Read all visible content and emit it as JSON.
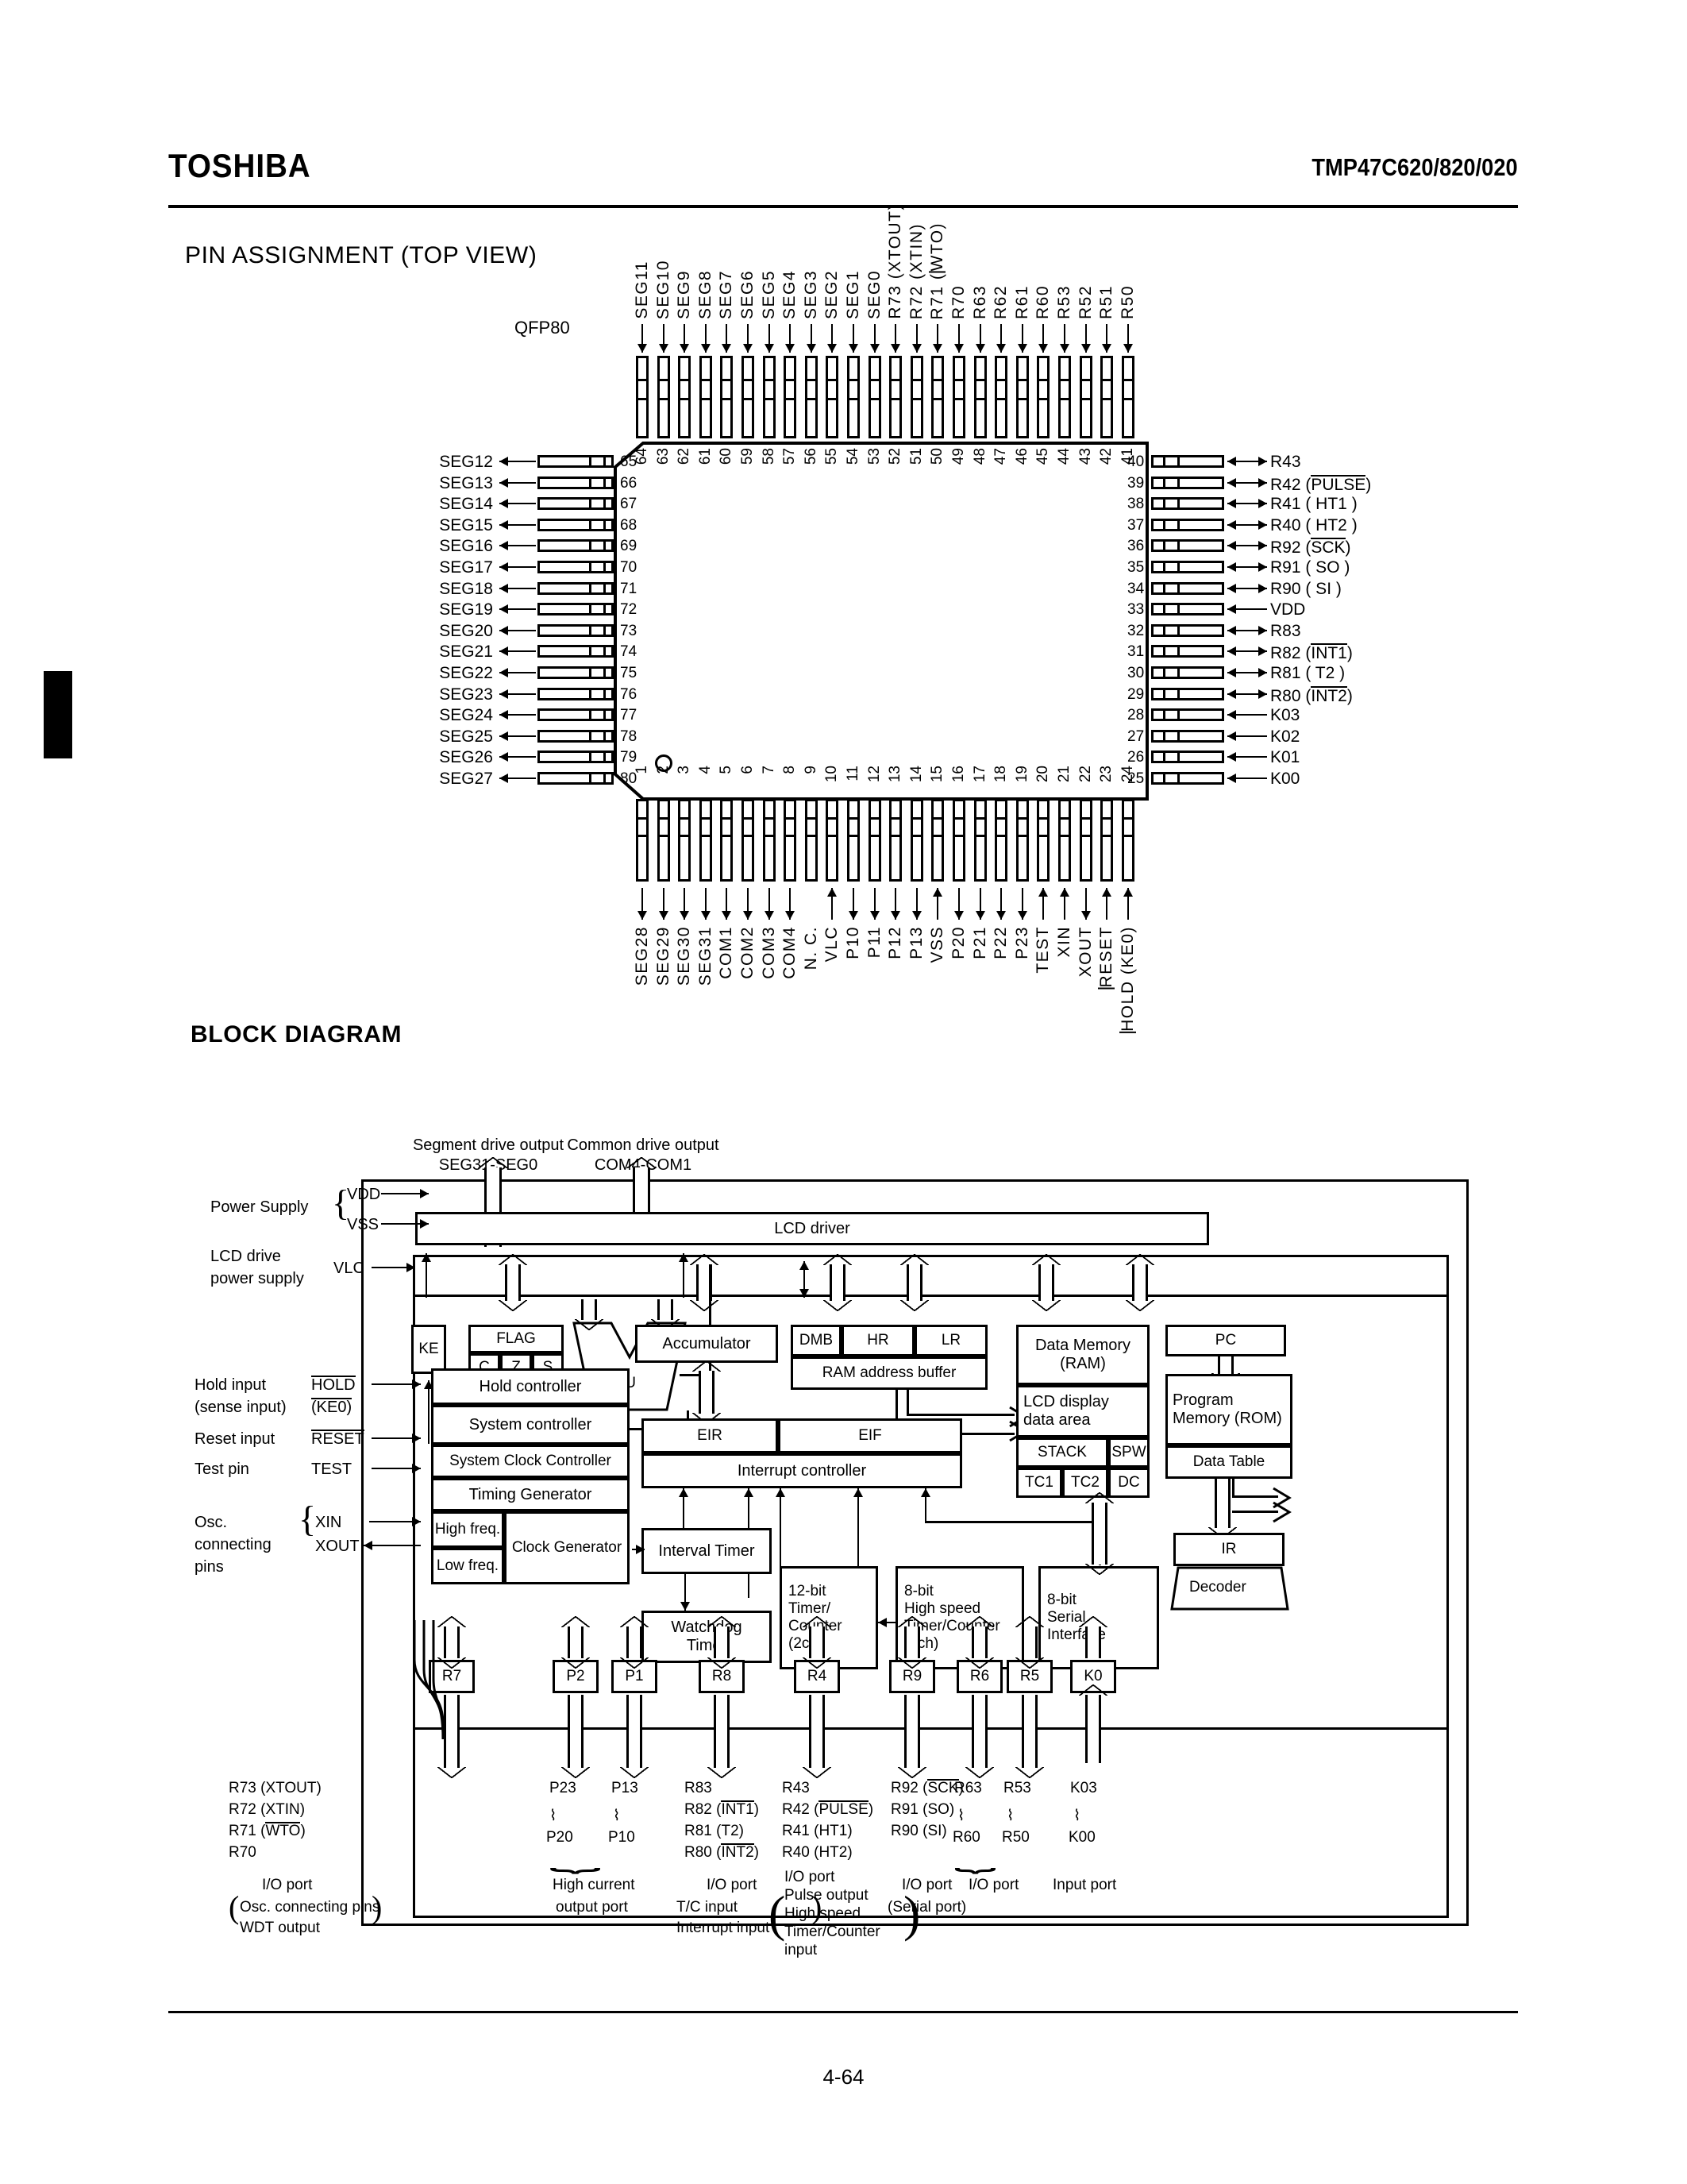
{
  "header": {
    "brand": "TOSHIBA",
    "part_numbers": "TMP47C620/820/020"
  },
  "sections": {
    "pin_assignment_title": "PIN ASSIGNMENT (TOP VIEW)",
    "block_diagram_title": "BLOCK DIAGRAM",
    "package": "QFP80"
  },
  "footer": {
    "page": "4-64"
  },
  "pin_assignment": {
    "top_pins": [
      {
        "num": "64",
        "name": "SEG11"
      },
      {
        "num": "63",
        "name": "SEG10"
      },
      {
        "num": "62",
        "name": "SEG9"
      },
      {
        "num": "61",
        "name": "SEG8"
      },
      {
        "num": "60",
        "name": "SEG7"
      },
      {
        "num": "59",
        "name": "SEG6"
      },
      {
        "num": "58",
        "name": "SEG5"
      },
      {
        "num": "57",
        "name": "SEG4"
      },
      {
        "num": "56",
        "name": "SEG3"
      },
      {
        "num": "55",
        "name": "SEG2"
      },
      {
        "num": "54",
        "name": "SEG1"
      },
      {
        "num": "53",
        "name": "SEG0"
      },
      {
        "num": "52",
        "name": "R73 (XTOUT)"
      },
      {
        "num": "51",
        "name": "R72 (XTIN)"
      },
      {
        "num": "50",
        "name": "R71 (WTO)",
        "overline": "WTO"
      },
      {
        "num": "49",
        "name": "R70"
      },
      {
        "num": "48",
        "name": "R63"
      },
      {
        "num": "47",
        "name": "R62"
      },
      {
        "num": "46",
        "name": "R61"
      },
      {
        "num": "45",
        "name": "R60"
      },
      {
        "num": "44",
        "name": "R53"
      },
      {
        "num": "43",
        "name": "R52"
      },
      {
        "num": "42",
        "name": "R51"
      },
      {
        "num": "41",
        "name": "R50"
      }
    ],
    "left_pins": [
      {
        "num": "65",
        "name": "SEG12"
      },
      {
        "num": "66",
        "name": "SEG13"
      },
      {
        "num": "67",
        "name": "SEG14"
      },
      {
        "num": "68",
        "name": "SEG15"
      },
      {
        "num": "69",
        "name": "SEG16"
      },
      {
        "num": "70",
        "name": "SEG17"
      },
      {
        "num": "71",
        "name": "SEG18"
      },
      {
        "num": "72",
        "name": "SEG19"
      },
      {
        "num": "73",
        "name": "SEG20"
      },
      {
        "num": "74",
        "name": "SEG21"
      },
      {
        "num": "75",
        "name": "SEG22"
      },
      {
        "num": "76",
        "name": "SEG23"
      },
      {
        "num": "77",
        "name": "SEG24"
      },
      {
        "num": "78",
        "name": "SEG25"
      },
      {
        "num": "79",
        "name": "SEG26"
      },
      {
        "num": "80",
        "name": "SEG27"
      }
    ],
    "right_pins": [
      {
        "num": "40",
        "name": "R43",
        "dir": "both"
      },
      {
        "num": "39",
        "name": "R42 ( PULSE )",
        "base": "R42 (",
        "ovl": "PULSE",
        "tail": ")",
        "dir": "both"
      },
      {
        "num": "38",
        "name": "R41 ( HT1 )",
        "dir": "both"
      },
      {
        "num": "37",
        "name": "R40 ( HT2 )",
        "dir": "both"
      },
      {
        "num": "36",
        "name": "R92 ( SCK )",
        "base": "R92 (",
        "ovl": "SCK",
        "tail": ")",
        "dir": "both"
      },
      {
        "num": "35",
        "name": "R91 ( SO )",
        "dir": "both"
      },
      {
        "num": "34",
        "name": "R90 ( SI )",
        "dir": "both"
      },
      {
        "num": "33",
        "name": "VDD",
        "dir": "in"
      },
      {
        "num": "32",
        "name": "R83",
        "dir": "both"
      },
      {
        "num": "31",
        "name": "R82 ( INT1 )",
        "base": "R82 (",
        "ovl": "INT1",
        "tail": ")",
        "dir": "both"
      },
      {
        "num": "30",
        "name": "R81 ( T2 )",
        "dir": "both"
      },
      {
        "num": "29",
        "name": "R80 ( INT2 )",
        "base": "R80 (",
        "ovl": "INT2",
        "tail": ")",
        "dir": "both"
      },
      {
        "num": "28",
        "name": "K03",
        "dir": "in"
      },
      {
        "num": "27",
        "name": "K02",
        "dir": "in"
      },
      {
        "num": "26",
        "name": "K01",
        "dir": "in"
      },
      {
        "num": "25",
        "name": "K00",
        "dir": "in"
      }
    ],
    "bottom_pins": [
      {
        "num": "1",
        "name": "SEG28",
        "dir": "out"
      },
      {
        "num": "2",
        "name": "SEG29",
        "dir": "out"
      },
      {
        "num": "3",
        "name": "SEG30",
        "dir": "out"
      },
      {
        "num": "4",
        "name": "SEG31",
        "dir": "out"
      },
      {
        "num": "5",
        "name": "COM1",
        "dir": "out"
      },
      {
        "num": "6",
        "name": "COM2",
        "dir": "out"
      },
      {
        "num": "7",
        "name": "COM3",
        "dir": "out"
      },
      {
        "num": "8",
        "name": "COM4",
        "dir": "out"
      },
      {
        "num": "9",
        "name": "N. C.",
        "dir": "none"
      },
      {
        "num": "10",
        "name": "VLC",
        "dir": "in"
      },
      {
        "num": "11",
        "name": "P10",
        "dir": "out"
      },
      {
        "num": "12",
        "name": "P11",
        "dir": "out"
      },
      {
        "num": "13",
        "name": "P12",
        "dir": "out"
      },
      {
        "num": "14",
        "name": "P13",
        "dir": "out"
      },
      {
        "num": "15",
        "name": "VSS",
        "dir": "in"
      },
      {
        "num": "16",
        "name": "P20",
        "dir": "out"
      },
      {
        "num": "17",
        "name": "P21",
        "dir": "out"
      },
      {
        "num": "18",
        "name": "P22",
        "dir": "out"
      },
      {
        "num": "19",
        "name": "P23",
        "dir": "out"
      },
      {
        "num": "20",
        "name": "TEST",
        "dir": "in"
      },
      {
        "num": "21",
        "name": "XIN",
        "dir": "in"
      },
      {
        "num": "22",
        "name": "XOUT",
        "dir": "out"
      },
      {
        "num": "23",
        "name": "RESET",
        "ovl": "RESET",
        "dir": "in"
      },
      {
        "num": "24",
        "name": "HOLD (KE0)",
        "ovl": "HOLD (KE0)",
        "dir": "in"
      }
    ]
  },
  "block_diagram": {
    "top_labels": {
      "segment_drive": "Segment drive output",
      "segment_pins": "SEG31-SEG0",
      "common_drive": "Common drive output",
      "common_pins": "COM4-COM1"
    },
    "left_labels": {
      "power_supply": "Power Supply",
      "vdd": "VDD",
      "vss": "VSS",
      "lcd_drive_1": "LCD drive",
      "lcd_drive_2": "power supply",
      "vlc": "VLC",
      "hold_input": "Hold input",
      "sense_input": "(sense input)",
      "hold": "HOLD",
      "ke0": "(KE0)",
      "reset_input": "Reset input",
      "reset": "RESET",
      "test_pin": "Test pin",
      "test": "TEST",
      "osc_1": "Osc.",
      "osc_2": "connecting",
      "osc_3": "pins",
      "xin": "XIN",
      "xout": "XOUT"
    },
    "blocks": {
      "lcd_driver": "LCD driver",
      "ke": "KE",
      "flag": "FLAG",
      "flag_c": "C",
      "flag_z": "Z",
      "flag_s": "S",
      "alu": "ALU",
      "accumulator": "Accumulator",
      "dmb": "DMB",
      "hr": "HR",
      "lr": "LR",
      "ram_addr_buffer": "RAM address buffer",
      "data_memory": "Data Memory",
      "data_memory_2": "(RAM)",
      "lcd_display_1": "LCD display",
      "lcd_display_2": "data area",
      "stack": "STACK",
      "spw": "SPW",
      "tc1": "TC1",
      "tc2": "TC2",
      "dc": "DC",
      "pc": "PC",
      "program_memory_1": "Program",
      "program_memory_2": "Memory (ROM)",
      "data_table": "Data Table",
      "ir": "IR",
      "decoder": "Decoder",
      "hold_controller": "Hold controller",
      "system_controller": "System controller",
      "system_clock_controller": "System Clock Controller",
      "timing_generator": "Timing Generator",
      "high_freq": "High freq.",
      "low_freq": "Low freq.",
      "clock_generator": "Clock Generator",
      "eir": "EIR",
      "eif": "EIF",
      "interrupt_controller": "Interrupt controller",
      "interval_timer": "Interval Timer",
      "watchdog_1": "Watchdog",
      "watchdog_2": "Timer",
      "timer12_1": "12-bit",
      "timer12_2": "Timer/",
      "timer12_3": "Counter",
      "timer12_4": "(2ch)",
      "timer8_1": "8-bit",
      "timer8_2": "High speed",
      "timer8_3": "Timer/Counter",
      "timer8_4": "(2ch)",
      "serial_1": "8-bit",
      "serial_2": "Serial",
      "serial_3": "Interface"
    },
    "ports": [
      {
        "reg": "R7"
      },
      {
        "reg": "P2"
      },
      {
        "reg": "P1"
      },
      {
        "reg": "R8"
      },
      {
        "reg": "R4"
      },
      {
        "reg": "R9"
      },
      {
        "reg": "R6"
      },
      {
        "reg": "R5"
      },
      {
        "reg": "K0"
      }
    ],
    "port_groups": [
      {
        "id": "r7",
        "pins": [
          "R73 (XTOUT)",
          "R72 (XTIN)",
          "R71 (WTO)",
          "R70"
        ],
        "pin_overlines": [
          null,
          null,
          "WTO",
          null
        ],
        "desc": [
          "I/O port",
          "Osc. connecting pins",
          "WDT output"
        ]
      },
      {
        "id": "p2p1",
        "pins_left": [
          "P23",
          "P20"
        ],
        "pins_right": [
          "P13",
          "P10"
        ],
        "desc": [
          "High current",
          "output port"
        ]
      },
      {
        "id": "r8",
        "pins": [
          "R83",
          "R82 (INT1)",
          "R81 (T2)",
          "R80 (INT2)"
        ],
        "pin_overlines": [
          null,
          "INT1",
          null,
          "INT2"
        ],
        "desc": [
          "I/O port",
          "T/C input",
          "Interrupt input"
        ]
      },
      {
        "id": "r4",
        "pins": [
          "R43",
          "R42 (PULSE)",
          "R41 (HT1)",
          "R40 (HT2)"
        ],
        "pin_overlines": [
          null,
          "PULSE",
          null,
          null
        ],
        "desc": [
          "I/O port",
          "Pulse output",
          "High speed",
          "Timer/Counter",
          "input"
        ]
      },
      {
        "id": "r9",
        "pins": [
          "R92 (SCK)",
          "R91 (SO)",
          "R90 (SI)"
        ],
        "pin_overlines": [
          "SCK",
          null,
          null
        ],
        "desc": [
          "I/O port",
          "(Serial port)"
        ]
      },
      {
        "id": "r6r5",
        "pins_left": [
          "R63",
          "R60"
        ],
        "pins_right": [
          "R53",
          "R50"
        ],
        "desc": [
          "I/O port"
        ]
      },
      {
        "id": "k0",
        "pins_left": [
          "K03",
          "K00"
        ],
        "desc": [
          "Input port"
        ]
      }
    ]
  }
}
